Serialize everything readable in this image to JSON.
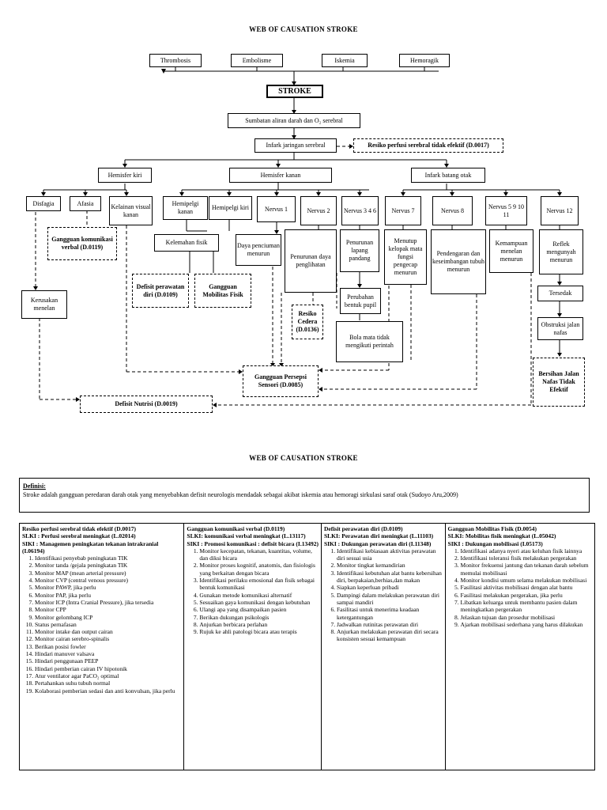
{
  "title1": "WEB OF CAUSATION STROKE",
  "title2": "WEB OF CAUSATION STROKE",
  "causes": [
    "Thrombosis",
    "Embolisme",
    "Iskemia",
    "Hemoragik"
  ],
  "stroke": "STROKE",
  "sumbatan": "Sumbatan aliran darah dan O₂ serebral",
  "infark": "Infark jaringan serebral",
  "resiko_perfusi": "Resiko perfusi serebral tidak efektif (D.0017)",
  "hemisfer_kiri": "Hemisfer kiri",
  "hemisfer_kanan": "Hemisfer kanan",
  "infark_batang": "Infark batang otak",
  "disfagia": "Disfagia",
  "afasia": "Afasia",
  "kelainan": "Kelainan visual kanan",
  "hemipelgi_kanan": "Hemipelgi kanan",
  "hemipelgi_kiri": "Hemipelgi kiri",
  "nervus1": "Nervus 1",
  "nervus2": "Nervus 2",
  "nervus346": "Nervus 3 4 6",
  "nervus7": "Nervus 7",
  "nervus8": "Nervus 8",
  "nervus5910": "Nervus 5 9 10 11",
  "nervus12": "Nervus 12",
  "gangguan_verbal": "Gangguan komunikasi verbal (D.0119)",
  "kelemahan": "Kelemahan fisik",
  "defisit_perawatan": "Defisit perawatan diri (D.0109)",
  "gangguan_mobilitas": "Gangguan Mobilitas Fisik",
  "kerusakan": "Kerusakan menelan",
  "daya_penciuman": "Daya penciuman menurun",
  "penurunan_daya": "Penurunan daya penglihatan",
  "penurunan_lapang": "Penurunan lapang pandang",
  "menutup": "Menutup kelopak mata fungsi pengecap menurun",
  "pendengaran": "Pendengaran dan keseimbangan tubuh menurun",
  "kemampuan": "Kemampuan menelan menurun",
  "refleks": "Reflek mengunyah menurun",
  "resiko_cedera": "Resiko Cedera (D.0136)",
  "perubahan_pupil": "Perubahan bentuk pupil",
  "bola_mata": "Bola mata tidak mengikuti perintah",
  "tersedak": "Tersedak",
  "obstruksi": "Obstruksi jalan nafas",
  "bersihan": "Bersihan Jalan Nafas Tidak Efektif",
  "gangguan_persepsi": "Gangguan Persepsi Sensori (D.0085)",
  "defisit_nutrisi": "Defisit Nutrisi (D.0019)",
  "definisi": {
    "label": "Definisi:",
    "text": "Stroke adalah gangguan peredaran darah otak yang menyebabkan defisit neurologis mendadak sebagai akibat iskemia atau hemoragi sirkulasi saraf otak (Sudoyo Aru,2009)"
  },
  "columns": [
    {
      "h1": "Resiko perfusi serebral tidak efektif (D.0017)",
      "h2": "SLKI : Perfusi serebral meningkat (L.02014)",
      "h3": "SIKI : Managemen peningkatan tekanan intrakranial (I.06194)",
      "items": [
        "Identifikasi penyebab peningkatan TIK",
        "Monitor tanda /gejala peningkatan TIK",
        "Monitor MAP (mean arterial pressure)",
        "Monitor CVP (central venous pressure)",
        "Monitor PAWP, jika perlu",
        "Monitor PAP, jika perlu",
        "Monitor ICP (Intra Cranial Pressure), jika tersedia",
        "Monitor CPP",
        "Monitor gelombang ICP",
        "Status pernafasan",
        "Monitor intake dan output cairan",
        "Monitor cairan serebro-spinalis",
        "Berikan posisi fowler",
        "Hindari manuver valsava",
        "Hindari penggunaan PEEP",
        "Hindari pemberian cairan IV hipotonik",
        "Atur ventilator agar PaCO₂ optimal",
        "Pertahankan suhu tubuh normal",
        "Kolaborasi pemberian sedasi dan anti konvulsan, jika perlu"
      ]
    },
    {
      "h1": "Gangguan komunikasi verbal (D.0119)",
      "h2": "SLKI: komunikasi verbal meningkat (L.13117)",
      "h3": "SIKI : Promosi komunikasi : defisit bicara (I.13492)",
      "items": [
        "Monitor kecepatan, tekanan, kuantitas, volume, dan diksi bicara",
        "Monitor proses kognitif, anatomis, dan fisiologis yang berkaitan dengan bicara",
        "Identifikasi perilaku emosional dan fisik sebagai bentuk komunikasi",
        "Gunakan metode komunikasi alternatif",
        "Sesuaikan gaya komunikasi dengan kebutuhan",
        "Ulangi apa yang disampaikan pasien",
        "Berikan dukungan psikologis",
        "Anjurkan berbicara perlahan",
        "Rujuk ke ahli patologi bicara atau terapis"
      ]
    },
    {
      "h1": "Defisit perawatan diri (D.0109)",
      "h2": "SLKI: Perawatan diri meningkat (L.11103)",
      "h3": "SIKI : Dukungan perawatan diri (I.11348)",
      "items": [
        "Identifikasi kebiasaan aktivitas perawatan diri sesuai usia",
        "Monitor tingkat kemandirian",
        "Identifikasi kebutuhan alat bantu kebersihan diri, berpakaian,berhias,dan makan",
        "Siapkan keperluan pribadi",
        "Dampingi dalam melakukan perawatan diri sampai mandiri",
        "Fasilitasi untuk menerima keadaan ketergantungan",
        "Jadwalkan rutinitas perawatan diri",
        "Anjurkan melakukan perawatan diri secara konsisten sesuai kemampuan"
      ]
    },
    {
      "h1": "Gangguan Mobilitas Fisik (D.0054)",
      "h2": "SLKI: Mobilitas fisik meningkat (L.05042)",
      "h3": "SIKI : Dukungan mobilisasi (I.05173)",
      "items": [
        "Identifikasi adanya nyeri atau keluhan fisik lainnya",
        "Identifikasi toleransi fisik melakukan pergerakan",
        "Monitor frekuensi jantung dan tekanan darah sebelum memulai mobilisasi",
        "Monitor kondisi umum selama melakukan mobilisasi",
        "Fasilitasi aktivitas mobilisasi dengan alat bantu",
        "Fasilitasi melakukan pergerakan, jika perlu",
        "Libatkan keluarga untuk membantu pasien dalam meningkatkan pergerakan",
        "Jelaskan tujuan dan prosedur mobilisasi",
        "Ajarkan mobilisasi sederhana yang harus dilakukan"
      ]
    }
  ]
}
